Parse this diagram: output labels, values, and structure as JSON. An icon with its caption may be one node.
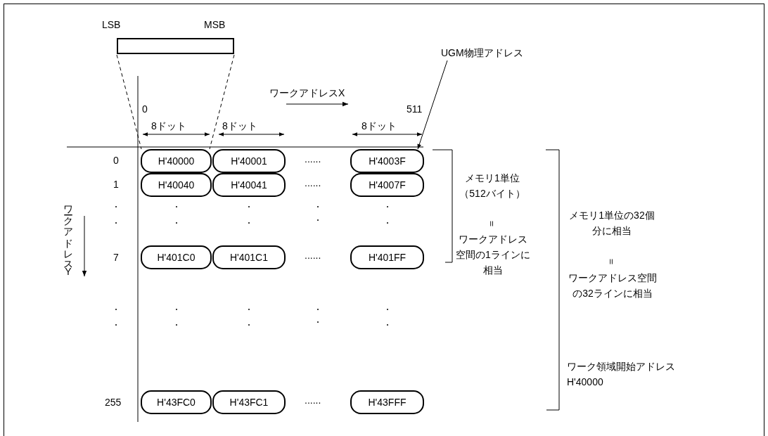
{
  "diagram": {
    "nodes": [
      {
        "text": [
          "LSB",
          "MSB"
        ]
      },
      {
        "text": [
          "UGM物理アドレス"
        ]
      },
      {
        "text": [
          "H'40000"
        ]
      },
      {
        "text": [
          "H'40001"
        ]
      },
      {
        "text": [
          "H'4003F"
        ]
      },
      {
        "text": [
          "H'40040"
        ]
      },
      {
        "text": [
          "H'40041"
        ]
      },
      {
        "text": [
          "H'4007F"
        ]
      },
      {
        "text": [
          "H'401C0"
        ]
      },
      {
        "text": [
          "H'401C1"
        ]
      },
      {
        "text": [
          "H'401FF"
        ]
      },
      {
        "text": [
          "H'43FC0"
        ]
      },
      {
        "text": [
          "H'43FC1"
        ]
      },
      {
        "text": [
          "H'43FFF"
        ]
      }
    ],
    "edges": [
      {
        "from": 0,
        "to": 2,
        "arrow": "none",
        "style": "dashed"
      },
      {
        "from": 0,
        "to": 2,
        "arrow": "none",
        "style": "dashed"
      },
      {
        "from": 1,
        "to": 4,
        "arrow": "to"
      }
    ],
    "labels": [
      "ワークアドレスX",
      "0",
      "511",
      "8ドット",
      "8ドット",
      "8ドット",
      "0",
      "......",
      "1",
      "......",
      "メモリ1単位（512バイト）",
      "＝",
      "ワークアドレス空間の1ラインに相当",
      "メモリ1単位の32個分に相当",
      "＝",
      "ワークアドレス空間の32ラインに相当",
      "ワークアドレスY",
      "7",
      "......",
      "ワーク領域開始アドレス H'40000",
      "255",
      "......"
    ]
  }
}
